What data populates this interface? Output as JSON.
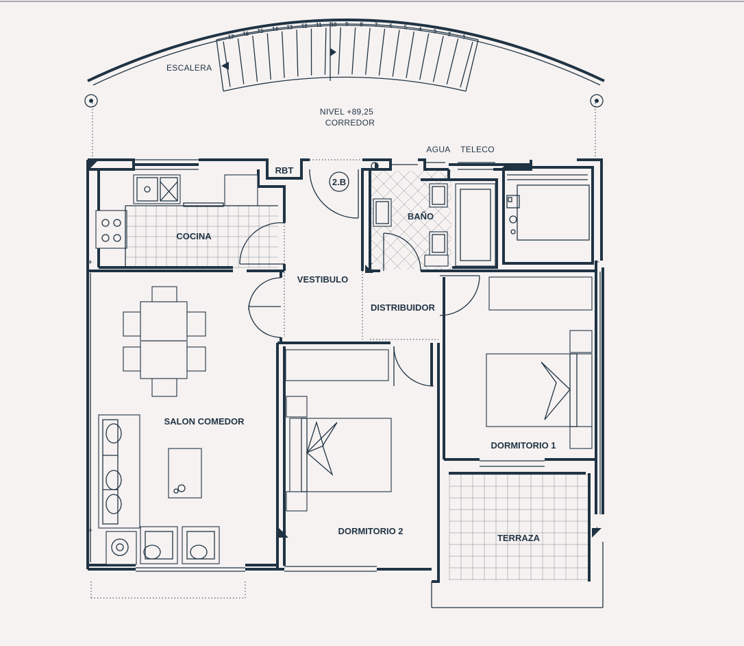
{
  "plan": {
    "level": "NIVEL +89,25",
    "corridor": "CORREDOR",
    "unit_code": "2.B",
    "stair": {
      "label": "ESCALERA",
      "steps": [
        "17",
        "16",
        "15",
        "14",
        "13",
        "12",
        "11",
        "10",
        "9",
        "8",
        "7",
        "6",
        "5",
        "4",
        "3",
        "2",
        "1"
      ]
    },
    "services": {
      "rbt": "RBT",
      "water": "AGUA",
      "telecom": "TELECO"
    },
    "rooms": {
      "kitchen": "COCINA",
      "bathroom": "BAÑO",
      "hall": "VESTIBULO",
      "distributor": "DISTRIBUIDOR",
      "living": "SALON COMEDOR",
      "bedroom1": "DORMITORIO 1",
      "bedroom2": "DORMITORIO 2",
      "terrace": "TERRAZA"
    },
    "colors": {
      "ink": "#1f3344",
      "paper": "#f6f2f1"
    }
  }
}
